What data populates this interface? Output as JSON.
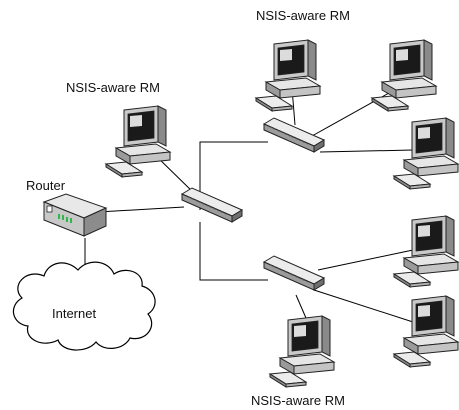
{
  "labels": {
    "rm_top": "NSIS-aware RM",
    "rm_left": "NSIS-aware RM",
    "rm_bottom": "NSIS-aware RM",
    "router": "Router",
    "internet": "Internet"
  },
  "colors": {
    "line": "#000000",
    "cloud_fill": "#ffffff",
    "device_light": "#e6e6e6",
    "device_mid": "#b5b5b5",
    "device_dark": "#6e6e6e",
    "screen": "#1a1a1a",
    "router_led": "#2db84a"
  },
  "icons": [
    "computer-icon",
    "switch-icon",
    "router-icon",
    "cloud-icon"
  ]
}
